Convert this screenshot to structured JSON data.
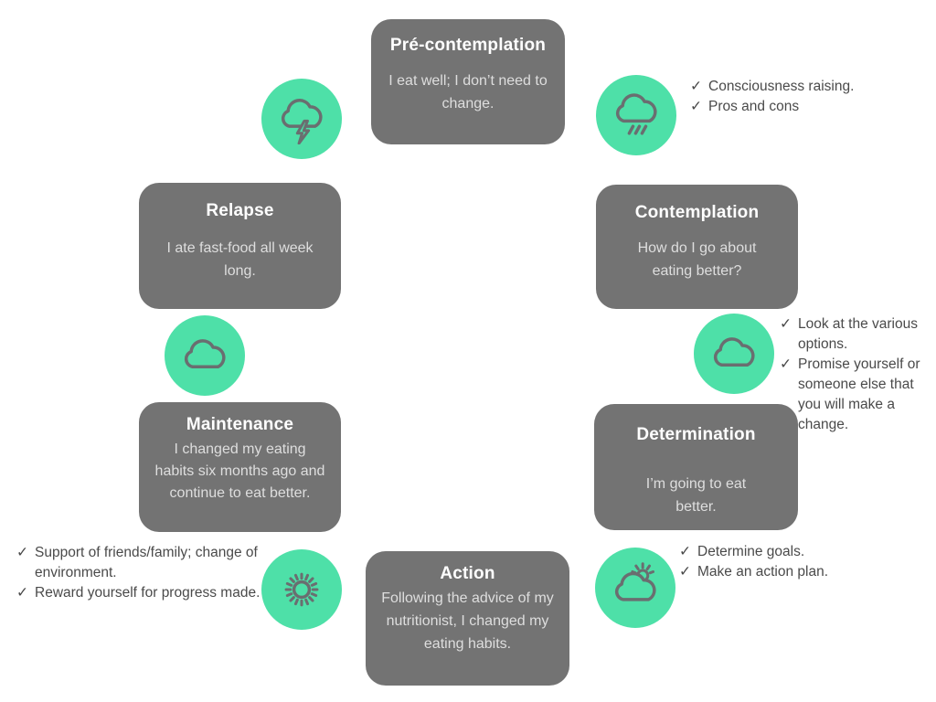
{
  "ui": {
    "check_glyph": "✓"
  },
  "colors": {
    "accent_green": "#4ee0a8",
    "box_gray": "#737373",
    "icon_stroke": "#6a6e70",
    "check_text": "#4a4a4a",
    "title_text": "#ffffff",
    "body_text": "#dedede",
    "background": "#ffffff"
  },
  "stages": {
    "precontemplation": {
      "title": "Pré-contemplation",
      "body": "I eat well; I don’t need to change."
    },
    "contemplation": {
      "title": "Contemplation",
      "body": "How do I go about eating better?"
    },
    "determination": {
      "title": "Determination",
      "body": "I’m going to eat better."
    },
    "action": {
      "title": "Action",
      "body": "Following the advice of my nutritionist, I changed my eating habits."
    },
    "maintenance": {
      "title": "Maintenance",
      "body": "I changed my eating habits six months ago and continue to eat better."
    },
    "relapse": {
      "title": "Relapse",
      "body": "I ate fast-food all week long."
    }
  },
  "checklists": {
    "precontemplation": [
      "Consciousness raising.",
      "Pros and cons"
    ],
    "contemplation": [
      "Look at the various options.",
      "Promise yourself or someone else that you will make a change."
    ],
    "determination": [
      "Determine goals.",
      "Make an action plan."
    ],
    "maintenance": [
      "Support of friends/family; change of environment.",
      "Reward yourself for progress made."
    ]
  },
  "icons": {
    "storm_cloud": "cloud-with-lightning-bolt",
    "rain_cloud": "cloud-with-rain-lines",
    "cloud": "plain-cloud",
    "sun_cloud": "cloud-with-sun-peeking",
    "sun": "sun-with-radial-rays"
  }
}
